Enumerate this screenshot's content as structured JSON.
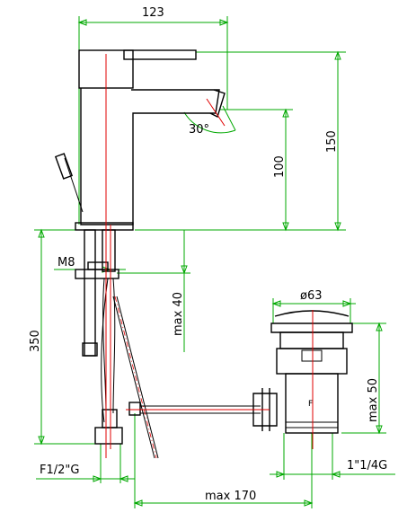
{
  "drawing": {
    "type": "technical-dimension-drawing",
    "colors": {
      "outline": "#000000",
      "dimension_lines": "#00a800",
      "center_lines": "#e00000",
      "background": "#ffffff"
    },
    "labels": {
      "width_top": "123",
      "total_height": "150",
      "spout_height": "100",
      "angle": "30°",
      "thread_m8": "M8",
      "below_counter": "350",
      "max_40": "max 40",
      "drain_diameter": "ø63",
      "max_50": "max 50",
      "drain_thread": "1\"1/4G",
      "hose_thread": "F1/2\"G",
      "max_170": "max 170",
      "drain_mark": "F"
    }
  }
}
